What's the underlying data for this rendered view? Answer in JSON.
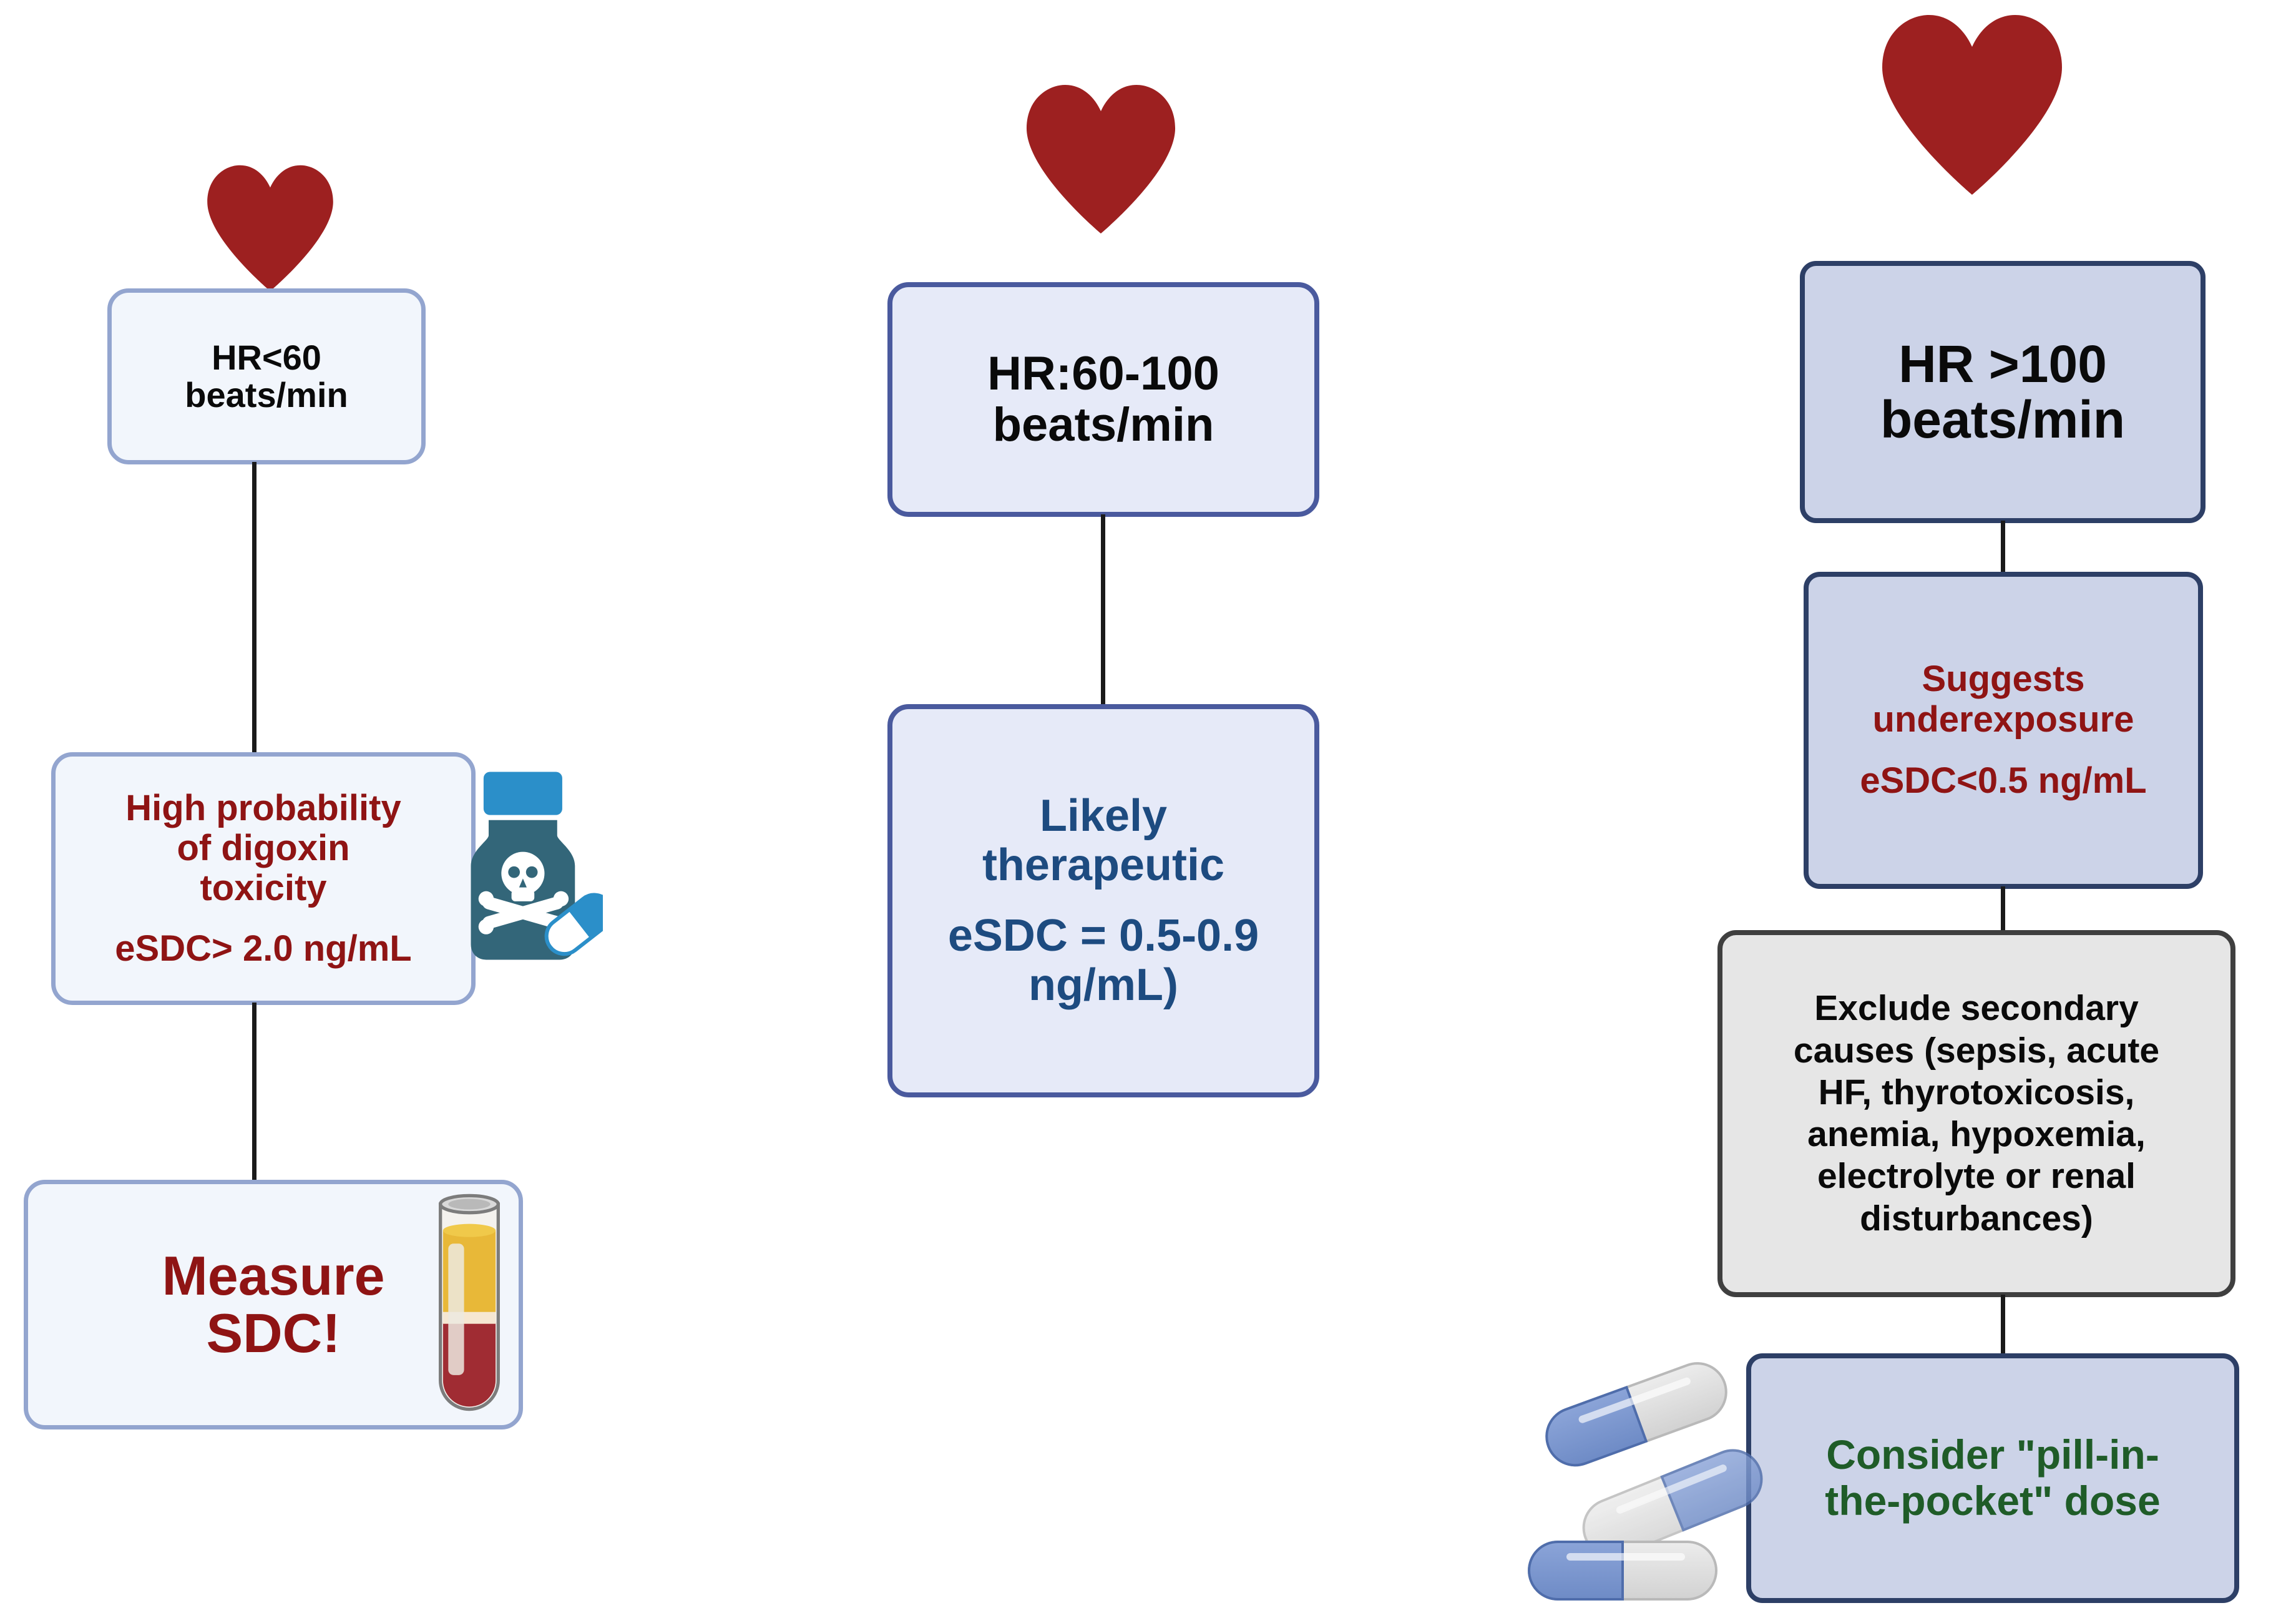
{
  "diagram": {
    "type": "flowchart",
    "title": "Digoxin heart-rate based eSDC interpretation algorithm",
    "columns": [
      {
        "id": "bradycardia",
        "icon": "heart-icon",
        "nodes": [
          {
            "id": "hr-low",
            "style": "pale",
            "lines": [
              {
                "text": "HR<60",
                "color": "black"
              },
              {
                "text": "beats/min",
                "color": "black"
              }
            ]
          },
          {
            "id": "toxicity",
            "style": "pale",
            "icon": "poison-bottle-icon",
            "lines": [
              {
                "text": "High probability",
                "color": "red"
              },
              {
                "text": "of digoxin",
                "color": "red"
              },
              {
                "text": "toxicity",
                "color": "red"
              },
              {
                "text": "",
                "color": "spacer"
              },
              {
                "text": "eSDC> 2.0 ng/mL",
                "color": "red"
              }
            ]
          },
          {
            "id": "measure-sdc",
            "style": "pale",
            "icon": "blood-test-tube-icon",
            "lines": [
              {
                "text": "Measure",
                "color": "red"
              },
              {
                "text": "SDC!",
                "color": "red"
              }
            ]
          }
        ]
      },
      {
        "id": "normal-rate",
        "icon": "heart-icon",
        "nodes": [
          {
            "id": "hr-normal",
            "style": "lavender",
            "lines": [
              {
                "text": "HR:60-100",
                "color": "black"
              },
              {
                "text": "beats/min",
                "color": "black"
              }
            ]
          },
          {
            "id": "therapeutic",
            "style": "lavender",
            "lines": [
              {
                "text": "Likely",
                "color": "blue"
              },
              {
                "text": "therapeutic",
                "color": "blue"
              },
              {
                "text": "",
                "color": "spacer"
              },
              {
                "text": "eSDC = 0.5-0.9",
                "color": "blue"
              },
              {
                "text": "ng/mL)",
                "color": "blue"
              }
            ]
          }
        ]
      },
      {
        "id": "tachycardia",
        "icon": "heart-icon",
        "nodes": [
          {
            "id": "hr-high",
            "style": "navy",
            "lines": [
              {
                "text": "HR >100",
                "color": "black"
              },
              {
                "text": "beats/min",
                "color": "black"
              }
            ]
          },
          {
            "id": "underexposure",
            "style": "navy",
            "lines": [
              {
                "text": "Suggests",
                "color": "red"
              },
              {
                "text": "underexposure",
                "color": "red"
              },
              {
                "text": "",
                "color": "spacer"
              },
              {
                "text": "eSDC<0.5 ng/mL",
                "color": "red"
              }
            ]
          },
          {
            "id": "exclude-secondary",
            "style": "gray",
            "lines": [
              {
                "text": "Exclude secondary",
                "color": "black"
              },
              {
                "text": "causes (sepsis, acute",
                "color": "black"
              },
              {
                "text": "HF, thyrotoxicosis,",
                "color": "black"
              },
              {
                "text": "anemia, hypoxemia,",
                "color": "black"
              },
              {
                "text": "electrolyte or renal",
                "color": "black"
              },
              {
                "text": "disturbances)",
                "color": "black"
              }
            ]
          },
          {
            "id": "pill-in-pocket",
            "style": "navy",
            "icon": "pill-capsules-icon",
            "lines": [
              {
                "text": "Consider \"pill-in-",
                "color": "green"
              },
              {
                "text": "the-pocket\" dose",
                "color": "green"
              }
            ]
          }
        ]
      }
    ]
  },
  "text": {
    "c1n1l1": "HR<60",
    "c1n1l2": "beats/min",
    "c1n2l1": "High probability",
    "c1n2l2": "of digoxin",
    "c1n2l3": "toxicity",
    "c1n2l4": "eSDC> 2.0 ng/mL",
    "c1n3l1": "Measure",
    "c1n3l2": "SDC!",
    "c2n1l1": "HR:60-100",
    "c2n1l2": "beats/min",
    "c2n2l1": "Likely",
    "c2n2l2": "therapeutic",
    "c2n2l3": "eSDC = 0.5-0.9",
    "c2n2l4": "ng/mL)",
    "c3n1l1": "HR >100",
    "c3n1l2": "beats/min",
    "c3n2l1": "Suggests",
    "c3n2l2": "underexposure",
    "c3n2l3": "eSDC<0.5 ng/mL",
    "c3n3l1": "Exclude secondary",
    "c3n3l2": "causes (sepsis, acute",
    "c3n3l3": "HF, thyrotoxicosis,",
    "c3n3l4": "anemia, hypoxemia,",
    "c3n3l5": "electrolyte or renal",
    "c3n3l6": "disturbances)",
    "c3n4l1": "Consider \"pill-in-",
    "c3n4l2": "the-pocket\" dose"
  },
  "colors": {
    "heart": "#9d2020",
    "text_red": "#8f1414",
    "text_blue": "#1d4b80",
    "text_green": "#1f5c28",
    "text_black": "#0a0a0a",
    "box_pale_fill": "#f2f6fc",
    "box_pale_border": "#93a5cf",
    "box_lavender_fill": "#e6eaf8",
    "box_lavender_border": "#4a5a9e",
    "box_navy_fill": "#ccd3e8",
    "box_navy_border": "#2d3f66",
    "box_gray_fill": "#e6e6e6",
    "box_gray_border": "#3f3f3f",
    "connector": "#1a1a1a",
    "bottle_cap": "#2b8fc9",
    "bottle_body": "#336679",
    "tube_serum": "#e8b838",
    "tube_blood": "#a02c33",
    "pill_blue": "#7b97d0",
    "pill_white": "#dcdcdc"
  }
}
